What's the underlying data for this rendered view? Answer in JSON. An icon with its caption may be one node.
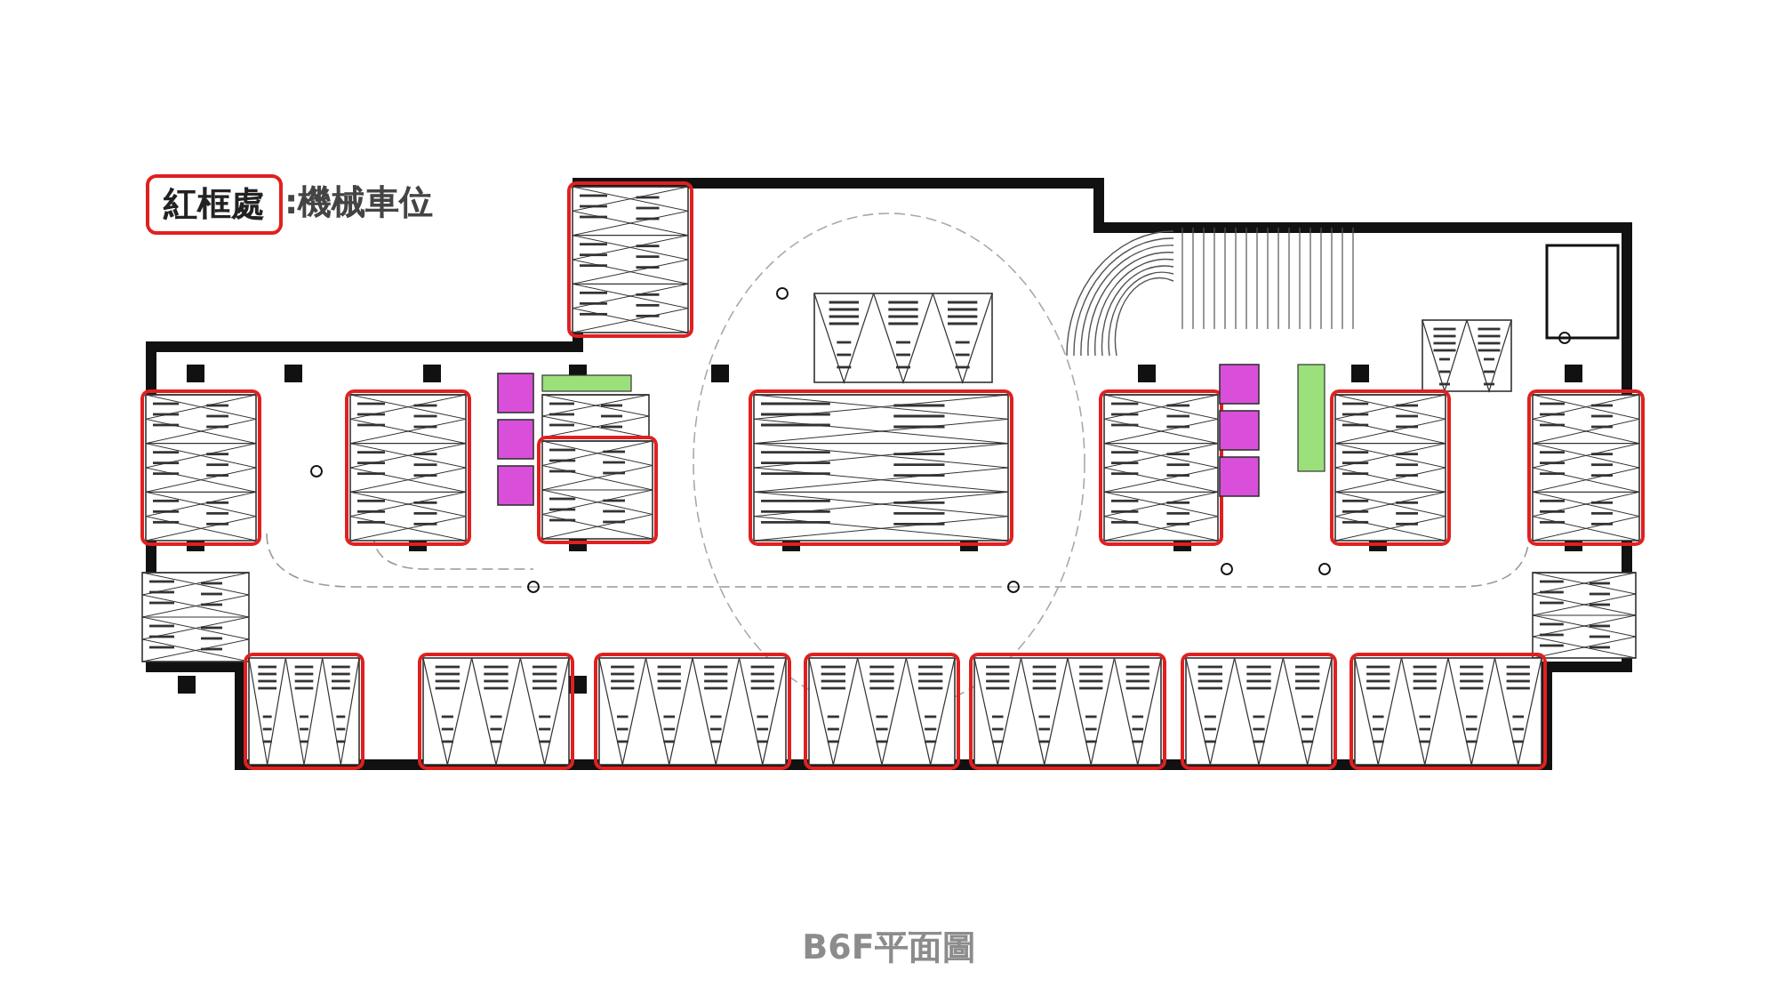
{
  "diagram": {
    "caption": "B6F平面圖",
    "labels": [
      "紅框處",
      ":機械車位"
    ]
  }
}
